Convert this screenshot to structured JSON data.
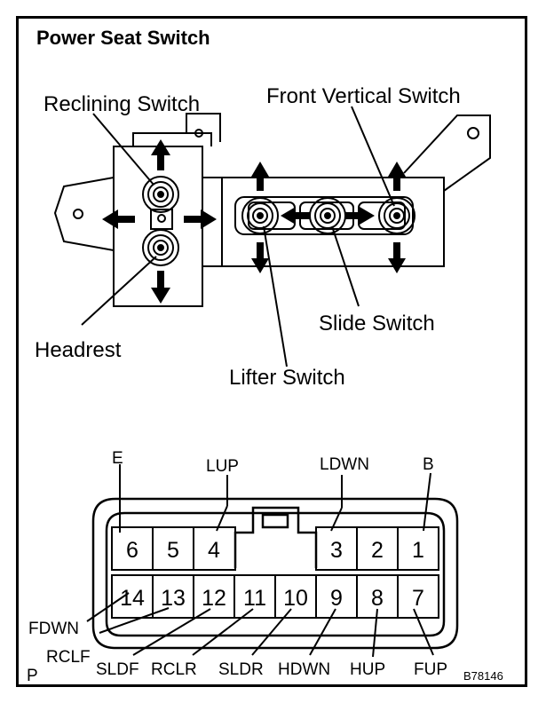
{
  "title": "Power Seat Switch",
  "switch_labels": {
    "reclining": "Reclining Switch",
    "front_vertical": "Front Vertical Switch",
    "headrest": "Headrest",
    "slide": "Slide Switch",
    "lifter": "Lifter Switch"
  },
  "connector": {
    "top_row": [
      "6",
      "5",
      "4",
      "3",
      "2",
      "1"
    ],
    "bottom_row": [
      "14",
      "13",
      "12",
      "11",
      "10",
      "9",
      "8",
      "7"
    ]
  },
  "pin_labels": {
    "E": "E",
    "LUP": "LUP",
    "LDWN": "LDWN",
    "B": "B",
    "FDWN": "FDWN",
    "RCLF": "RCLF",
    "P": "P",
    "SLDF": "SLDF",
    "RCLR": "RCLR",
    "SLDR": "SLDR",
    "HDWN": "HDWN",
    "HUP": "HUP",
    "FUP": "FUP"
  },
  "figure_id": "B78146"
}
